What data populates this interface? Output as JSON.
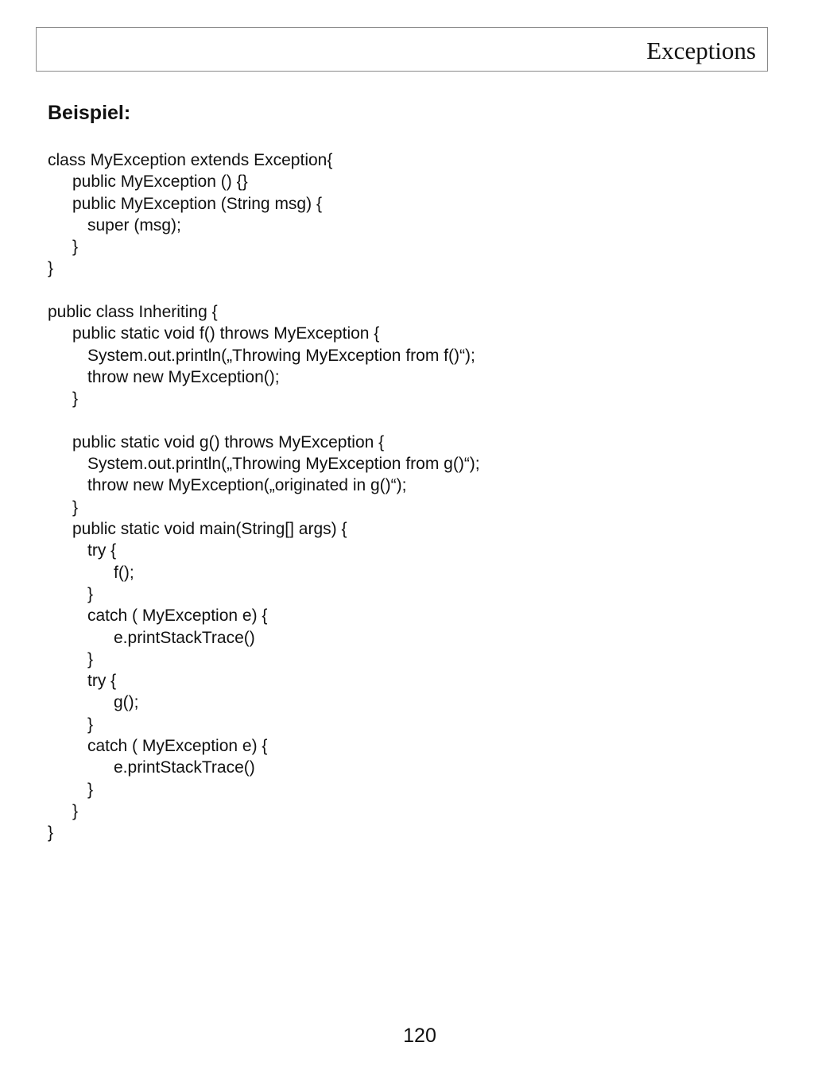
{
  "header": {
    "title": "Exceptions"
  },
  "heading": "Beispiel:",
  "code_lines": [
    {
      "indent": 0,
      "text": "class MyException extends Exception{"
    },
    {
      "indent": 1,
      "text": "public MyException () {}"
    },
    {
      "indent": 1,
      "text": "public MyException (String msg) {"
    },
    {
      "indent": 2,
      "text": "super (msg);"
    },
    {
      "indent": 1,
      "text": "}"
    },
    {
      "indent": 0,
      "text": "}"
    },
    {
      "indent": 0,
      "text": ""
    },
    {
      "indent": 0,
      "text": "public class Inheriting {"
    },
    {
      "indent": 1,
      "text": "public static void f() throws MyException {"
    },
    {
      "indent": 2,
      "text": "System.out.println(„Throwing MyException from f()“);"
    },
    {
      "indent": 2,
      "text": "throw new MyException();"
    },
    {
      "indent": 1,
      "text": "}"
    },
    {
      "indent": 0,
      "text": ""
    },
    {
      "indent": 1,
      "text": "public static void g() throws MyException {"
    },
    {
      "indent": 2,
      "text": "System.out.println(„Throwing MyException from g()“);"
    },
    {
      "indent": 2,
      "text": "throw new MyException(„originated in g()“);"
    },
    {
      "indent": 1,
      "text": "}"
    },
    {
      "indent": 1,
      "text": "public static void main(String[] args) {"
    },
    {
      "indent": 2,
      "text": "try {"
    },
    {
      "indent": 3,
      "text": "f();"
    },
    {
      "indent": 2,
      "text": "}"
    },
    {
      "indent": 2,
      "text": "catch ( MyException e) {"
    },
    {
      "indent": 3,
      "text": "e.printStackTrace()"
    },
    {
      "indent": 2,
      "text": "}"
    },
    {
      "indent": 2,
      "text": "try {"
    },
    {
      "indent": 3,
      "text": "g();"
    },
    {
      "indent": 2,
      "text": "}"
    },
    {
      "indent": 2,
      "text": "catch ( MyException e) {"
    },
    {
      "indent": 3,
      "text": "e.printStackTrace()"
    },
    {
      "indent": 2,
      "text": "}"
    },
    {
      "indent": 1,
      "text": "}"
    },
    {
      "indent": 0,
      "text": "}"
    }
  ],
  "page_number": "120"
}
